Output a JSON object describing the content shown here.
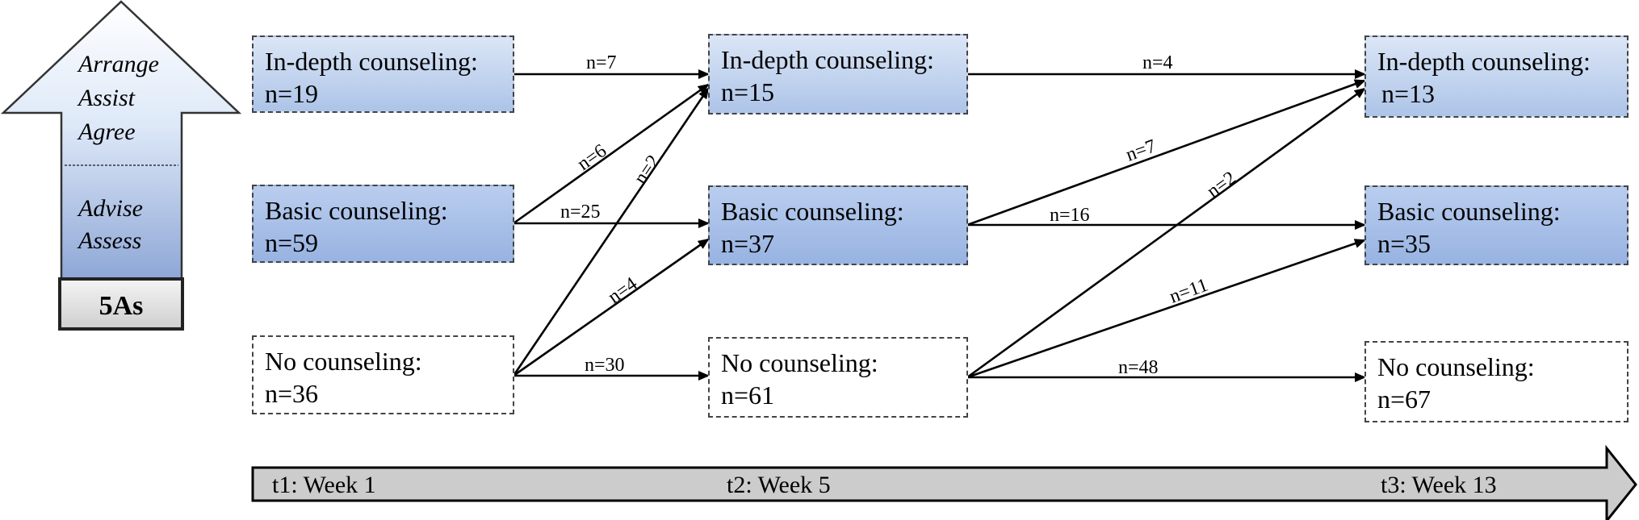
{
  "legend": {
    "upper_levels": [
      "Arrange",
      "Assist",
      "Agree"
    ],
    "lower_levels": [
      "Advise",
      "Assess"
    ],
    "label": "5As"
  },
  "timeline": {
    "t1": "t1: Week 1",
    "t2": "t2: Week 5",
    "t3": "t3: Week 13"
  },
  "nodes": {
    "t1_indepth": {
      "title": "In-depth counseling:",
      "count": "n=19"
    },
    "t1_basic": {
      "title": "Basic counseling:",
      "count": "n=59"
    },
    "t1_none": {
      "title": "No counseling:",
      "count": "n=36"
    },
    "t2_indepth": {
      "title": "In-depth counseling:",
      "count": "n=15"
    },
    "t2_basic": {
      "title": "Basic counseling:",
      "count": "n=37"
    },
    "t2_none": {
      "title": "No counseling:",
      "count": "n=61"
    },
    "t3_indepth": {
      "title": "In-depth counseling:",
      "count": "n=13"
    },
    "t3_basic": {
      "title": "Basic counseling:",
      "count": "n=35"
    },
    "t3_none": {
      "title": "No counseling:",
      "count": "n=67"
    }
  },
  "edges": [
    {
      "id": "e1",
      "label": "n=7"
    },
    {
      "id": "e2",
      "label": "n=6"
    },
    {
      "id": "e3",
      "label": "n=25"
    },
    {
      "id": "e4",
      "label": "n=2"
    },
    {
      "id": "e5",
      "label": "n=4"
    },
    {
      "id": "e6",
      "label": "n=30"
    },
    {
      "id": "e7",
      "label": "n=4"
    },
    {
      "id": "e8",
      "label": "n=7"
    },
    {
      "id": "e9",
      "label": "n=16"
    },
    {
      "id": "e10",
      "label": "n=2"
    },
    {
      "id": "e11",
      "label": "n=11"
    },
    {
      "id": "e12",
      "label": "n=48"
    }
  ]
}
